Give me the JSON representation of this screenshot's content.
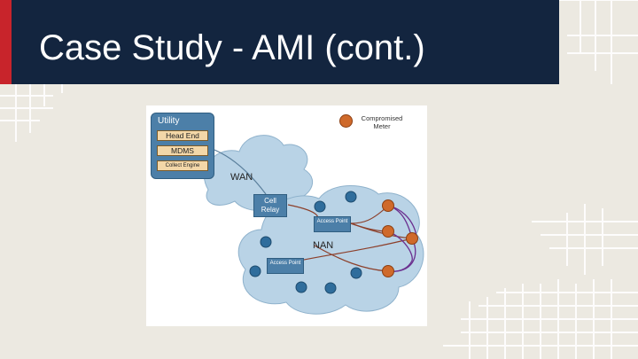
{
  "slide": {
    "title": "Case Study - AMI (cont.)"
  },
  "diagram": {
    "utility": {
      "title": "Utility",
      "items": [
        "Head End",
        "MDMS",
        "Collect Engine"
      ]
    },
    "legend": {
      "label": "Compromised Meter",
      "color": "#cf6a2b"
    },
    "wan_label": "WAN",
    "nan_label": "NAN",
    "cell_relay_label": "Cell Relay",
    "access_points": [
      "Access Point",
      "Access Point"
    ],
    "colors": {
      "cloud": "#b9d3e6",
      "meter": "#2f6d9c",
      "compromised": "#cf6a2b",
      "attack_path": "#6b2f8f",
      "link": "#8c3f2a"
    }
  }
}
